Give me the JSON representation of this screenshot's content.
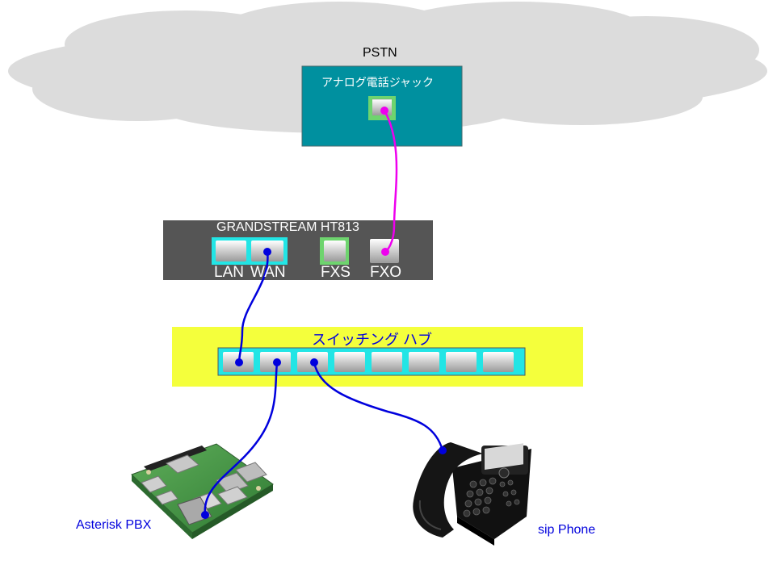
{
  "pstn": {
    "label": "PSTN",
    "jack_label": "アナログ電話ジャック",
    "box_color": "#00909f"
  },
  "ata": {
    "title": "GRANDSTREAM HT813",
    "box_color": "#555555",
    "ports": {
      "lan": "LAN",
      "wan": "WAN",
      "fxs": "FXS",
      "fxo": "FXO"
    }
  },
  "hub": {
    "label": "スイッチング ハブ",
    "box_color": "#f4ff3c",
    "port_strip_color": "#22e5e5",
    "port_count": 8
  },
  "pbx": {
    "label": "Asterisk PBX"
  },
  "phone": {
    "label": "sip Phone"
  },
  "colors": {
    "ethernet_cable": "#0000dd",
    "phone_cable": "#ee00ee",
    "cloud": "#dcdcdc",
    "port_highlight_cyan": "#22e5e5",
    "port_highlight_green": "#6ed46e"
  }
}
